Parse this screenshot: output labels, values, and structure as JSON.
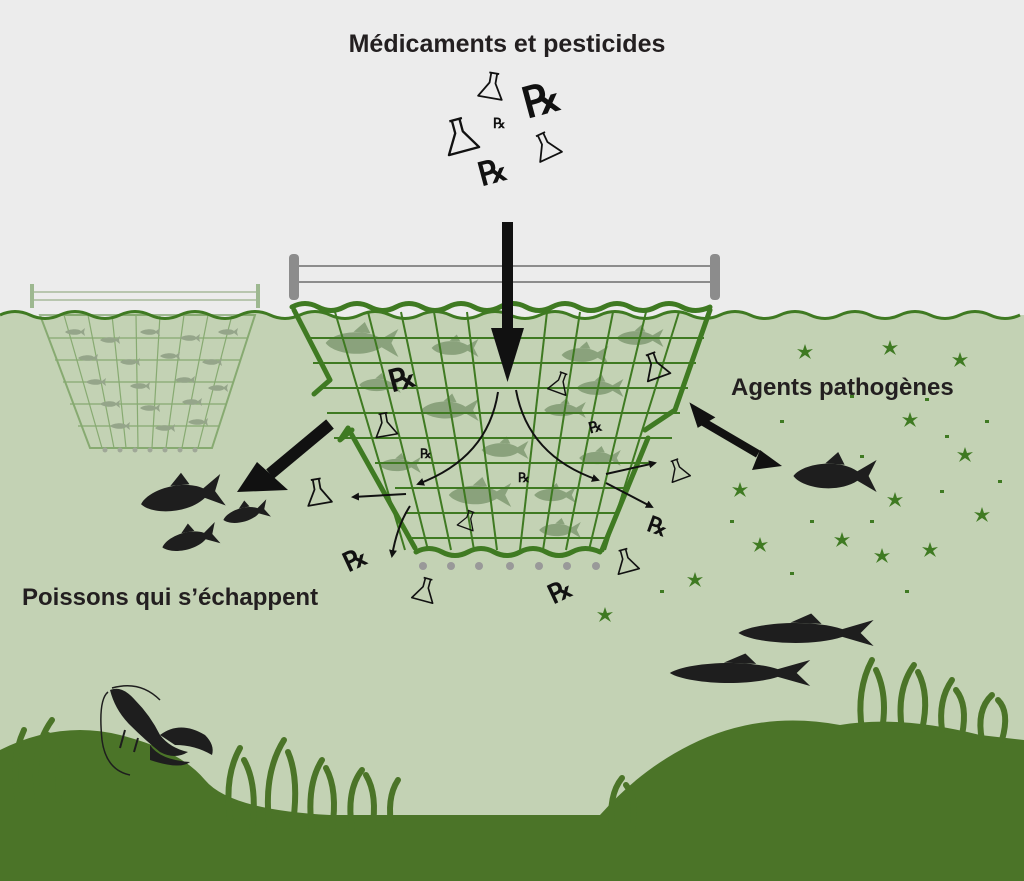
{
  "labels": {
    "top": "Médicaments et pesticides",
    "right": "Agents pathogènes",
    "left": "Poissons qui s’échappent"
  },
  "rx_symbol": "℞",
  "colors": {
    "sky": "#ececec",
    "water": "#c3d2b4",
    "seabed": "#4b7428",
    "net": "#3f7a22",
    "farmed_fish": "#8aa27c",
    "wild_fish": "#1e1e1e",
    "arrow": "#111111",
    "pathogen": "#3f7a22",
    "frame": "#8c8c8c"
  }
}
